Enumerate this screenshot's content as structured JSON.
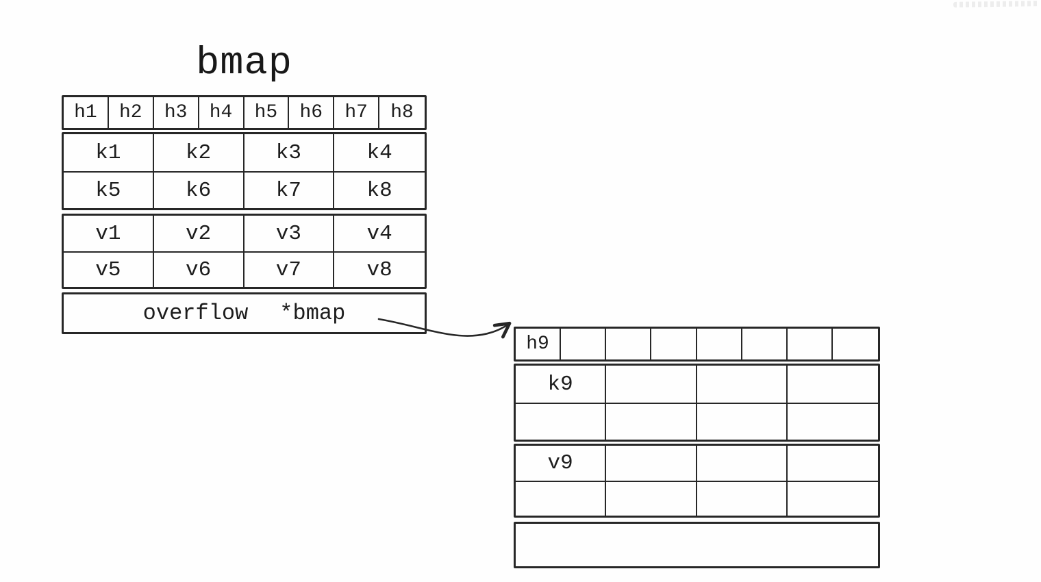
{
  "canvas": {
    "background": "#ffffff",
    "ink_color": "#272727",
    "text_color": "#1d1d1d"
  },
  "main_bucket": {
    "title": "bmap",
    "hash_cells": [
      "h1",
      "h2",
      "h3",
      "h4",
      "h5",
      "h6",
      "h7",
      "h8"
    ],
    "key_rows": [
      [
        "k1",
        "k2",
        "k3",
        "k4"
      ],
      [
        "k5",
        "k6",
        "k7",
        "k8"
      ]
    ],
    "value_rows": [
      [
        "v1",
        "v2",
        "v3",
        "v4"
      ],
      [
        "v5",
        "v6",
        "v7",
        "v8"
      ]
    ],
    "overflow": {
      "label": "overflow",
      "pointer_type": "*bmap"
    }
  },
  "overflow_bucket": {
    "hash_cells": [
      "h9",
      "",
      "",
      "",
      "",
      "",
      "",
      ""
    ],
    "key_rows": [
      [
        "k9",
        "",
        "",
        ""
      ],
      [
        "",
        "",
        "",
        ""
      ]
    ],
    "value_rows": [
      [
        "v9",
        "",
        "",
        ""
      ],
      [
        "",
        "",
        "",
        ""
      ]
    ],
    "overflow": {
      "label": "",
      "pointer_type": ""
    }
  },
  "arrow": {
    "from": "main bucket overflow pointer",
    "to": "overflow bucket"
  }
}
